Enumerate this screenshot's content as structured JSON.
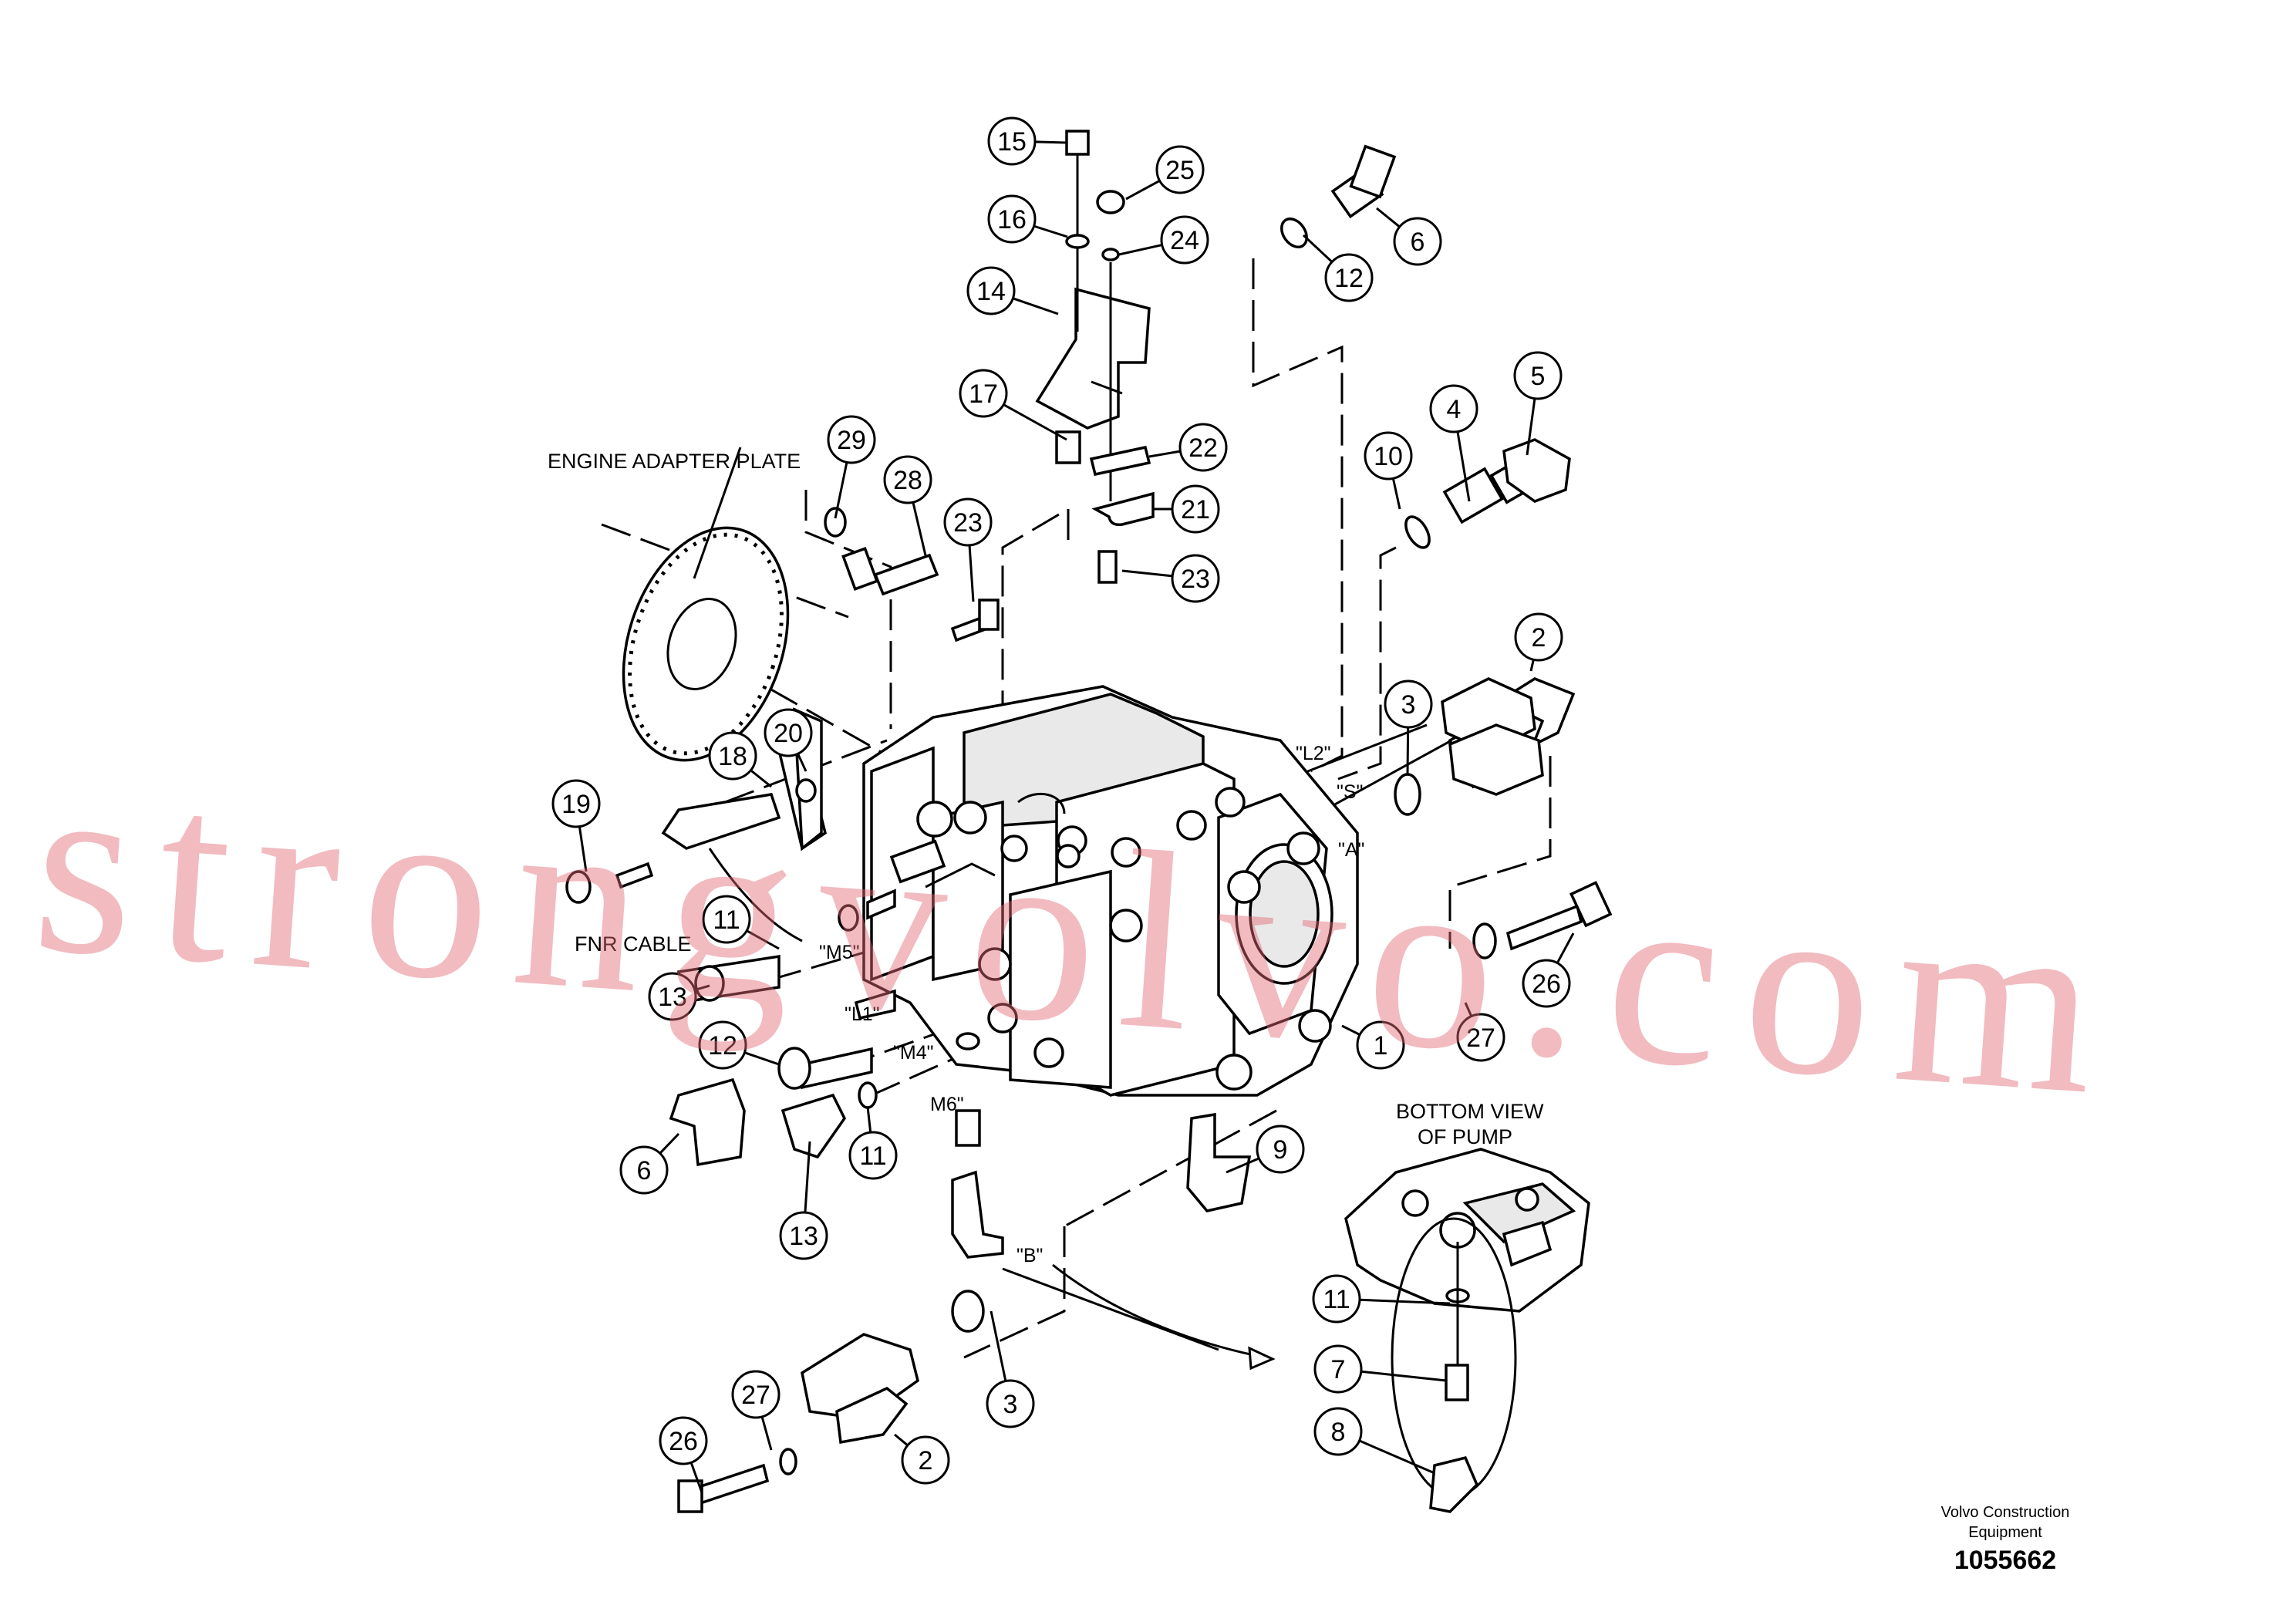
{
  "labels": {
    "engine_adapter_plate": "ENGINE ADAPTER PLATE",
    "fnr_cable": "FNR CABLE",
    "bottom_view_line1": "BOTTOM VIEW",
    "bottom_view_line2": "OF PUMP"
  },
  "ports": {
    "L2": "\"L2\"",
    "S": "\"S\"",
    "A": "\"A\"",
    "M5": "\"M5\"",
    "L1": "\"L1\"",
    "M4": "\"M4\"",
    "M6": "M6\"",
    "B": "\"B\""
  },
  "callouts": [
    "15",
    "25",
    "16",
    "24",
    "6",
    "12",
    "14",
    "17",
    "22",
    "5",
    "4",
    "29",
    "28",
    "10",
    "21",
    "23",
    "23",
    "2",
    "3",
    "20",
    "18",
    "19",
    "11",
    "13",
    "26",
    "12",
    "1",
    "27",
    "6",
    "11",
    "13",
    "9",
    "3",
    "27",
    "2",
    "26",
    "11",
    "7",
    "8"
  ],
  "brand": {
    "line1": "Volvo Construction",
    "line2": "Equipment"
  },
  "drawing_number": "1055662",
  "watermark": "strongvolvo.com"
}
